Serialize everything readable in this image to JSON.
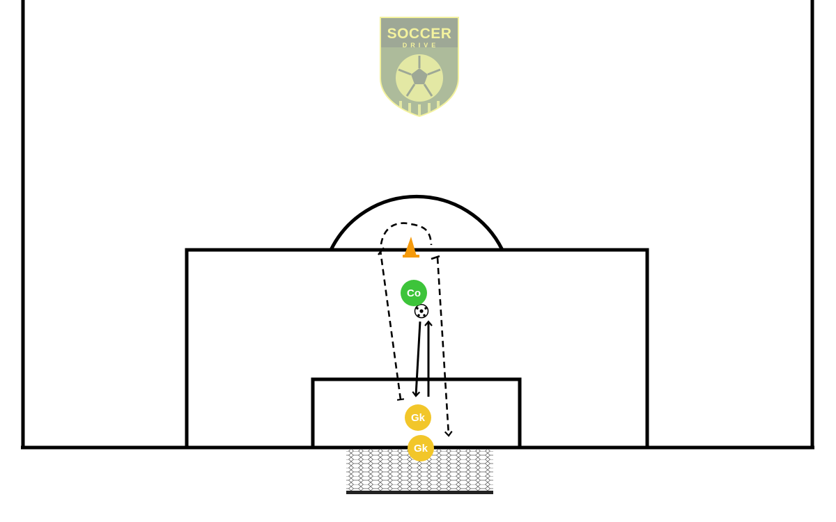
{
  "logo": {
    "title": "SOCCER",
    "subtitle": "DRIVE",
    "icon": "soccer-ball-shield-logo"
  },
  "players": [
    {
      "id": "coach",
      "label": "Co",
      "color": "#3dc43a"
    },
    {
      "id": "goalkeeper-1",
      "label": "Gk",
      "color": "#f2c62a"
    },
    {
      "id": "goalkeeper-2",
      "label": "Gk",
      "color": "#f2c62a"
    }
  ],
  "equipment": {
    "cone_color": "#f59a0b",
    "ball_icon": "soccer-ball-icon"
  },
  "colors": {
    "lines": "#000000",
    "field": "#ffffff",
    "logo_fill": "#c8d48a",
    "logo_bg": "#8fa888"
  }
}
